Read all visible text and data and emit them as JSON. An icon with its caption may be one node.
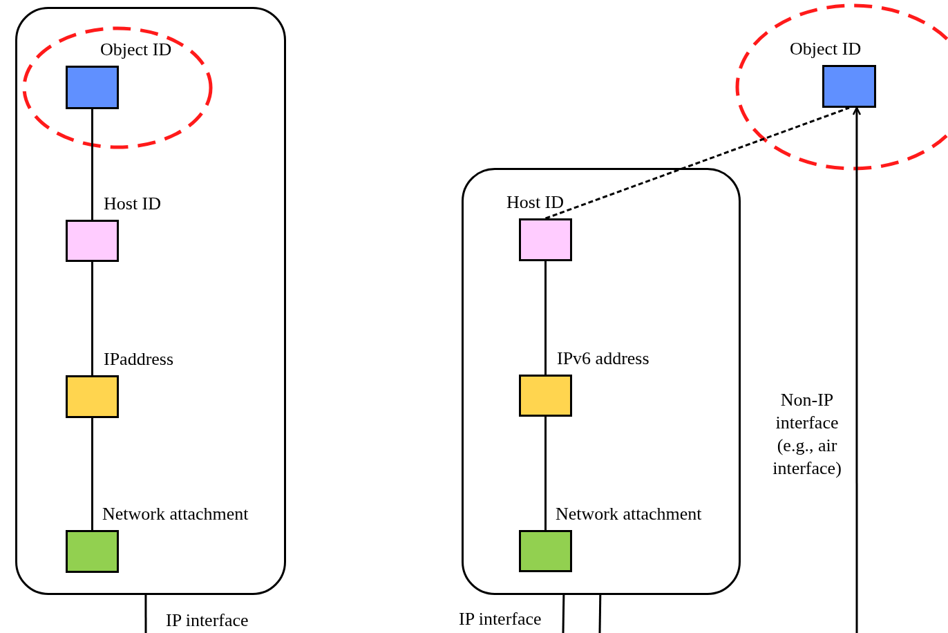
{
  "diagram": {
    "nodes": [
      {
        "text": [],
        "shape": "box"
      },
      {
        "text": [
          "Object ID"
        ],
        "in": 0
      },
      {
        "text": [
          "Host ID"
        ],
        "in": 0
      },
      {
        "text": [
          "IPaddress"
        ],
        "in": 0
      },
      {
        "text": [
          "Network attachment"
        ],
        "in": 0
      },
      {
        "text": [],
        "shape": "box"
      },
      {
        "text": [
          "Host ID"
        ],
        "in": 5
      },
      {
        "text": [
          "IPv6 address"
        ],
        "in": 5
      },
      {
        "text": [
          "Network attachment"
        ],
        "in": 5
      },
      {
        "text": [
          "Object ID"
        ]
      }
    ],
    "edges": [
      {
        "from": 1,
        "to": 2,
        "arrow": "none"
      },
      {
        "from": 2,
        "to": 3,
        "arrow": "none"
      },
      {
        "from": 3,
        "to": 4,
        "arrow": "none"
      },
      {
        "from": 0,
        "to": null,
        "arrow": "none",
        "label": "IP interface"
      },
      {
        "from": 6,
        "to": 7,
        "arrow": "none"
      },
      {
        "from": 7,
        "to": 8,
        "arrow": "none"
      },
      {
        "from": 5,
        "to": null,
        "arrow": "none",
        "label": "IP interface"
      },
      {
        "from": 5,
        "to": null,
        "arrow": "none"
      },
      {
        "from": 6,
        "to": 9,
        "arrow": "none",
        "style": "dashed"
      },
      {
        "from": null,
        "to": 9,
        "arrow": "to",
        "label": "Non-IP interface (e.g., air interface)"
      }
    ]
  }
}
